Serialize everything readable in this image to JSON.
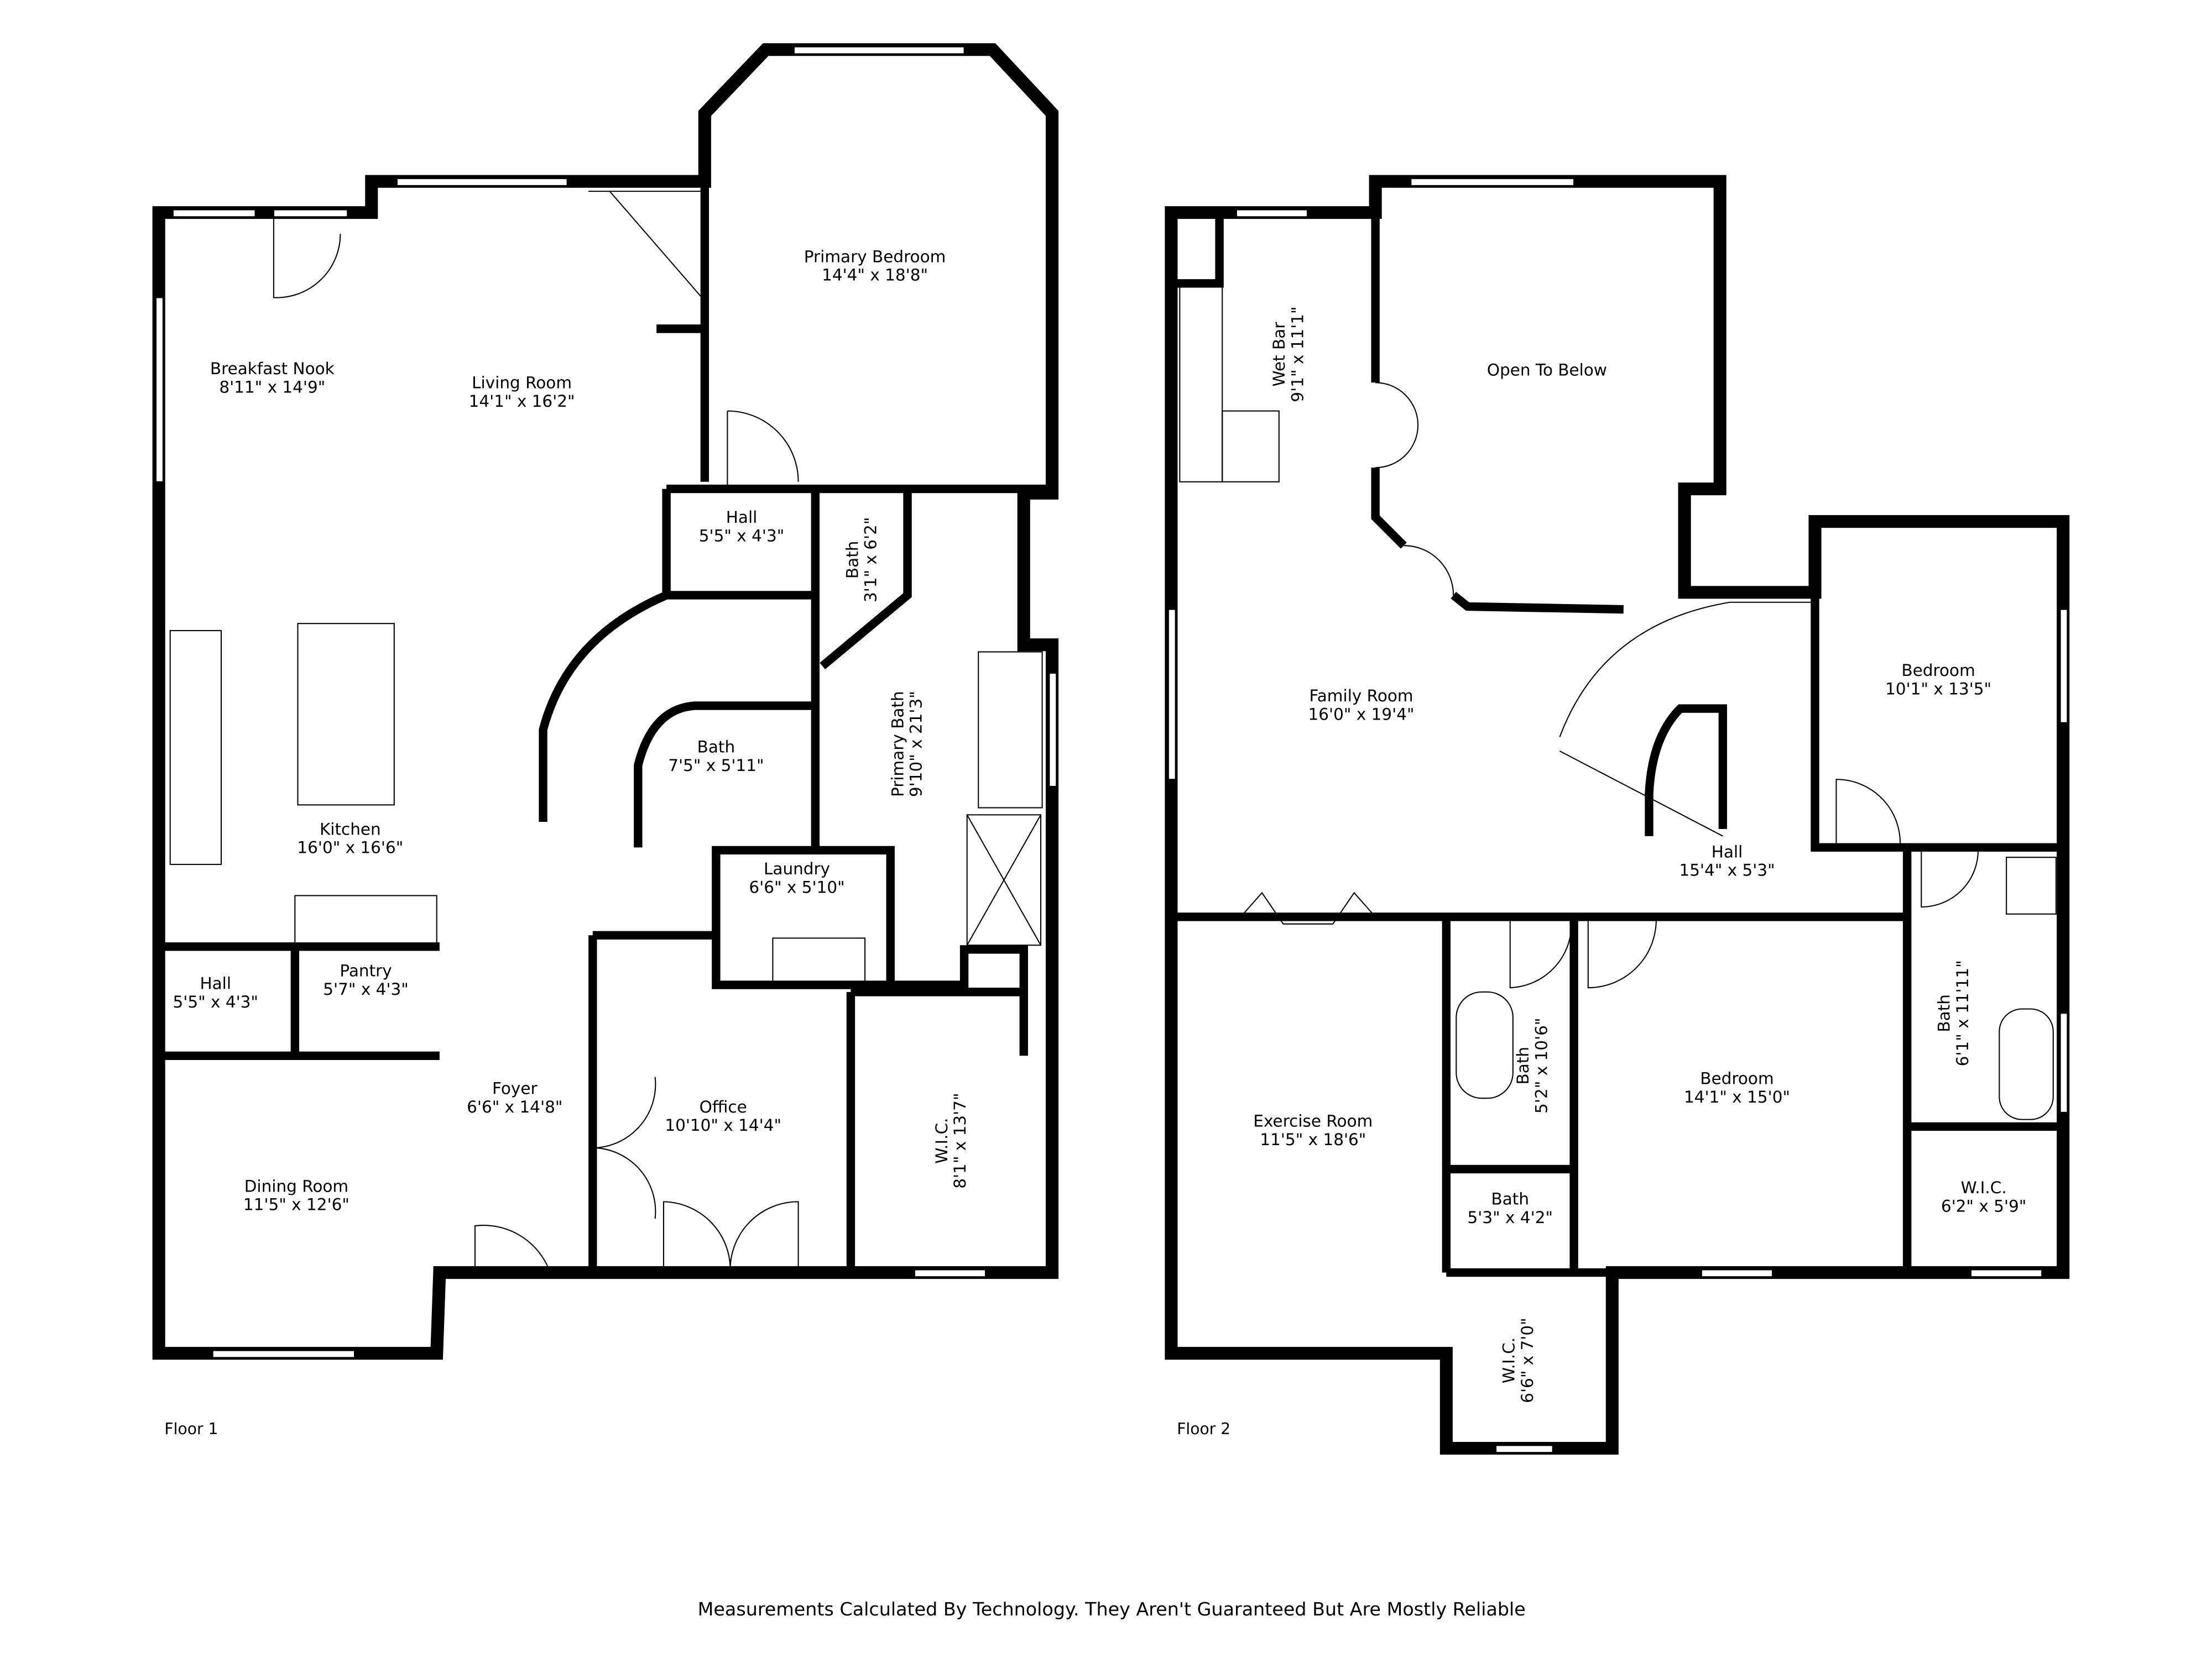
{
  "floors": [
    {
      "label": "Floor 1",
      "rooms": [
        {
          "name": "Primary Bedroom",
          "size": "14'4\" x 18'8\""
        },
        {
          "name": "Breakfast Nook",
          "size": "8'11\" x 14'9\""
        },
        {
          "name": "Living Room",
          "size": "14'1\" x 16'2\""
        },
        {
          "name": "Hall",
          "size": "5'5\" x 4'3\""
        },
        {
          "name": "Bath",
          "size": "3'1\" x 6'2\""
        },
        {
          "name": "Bath",
          "size": "7'5\" x 5'11\""
        },
        {
          "name": "Primary Bath",
          "size": "9'10\" x 21'3\""
        },
        {
          "name": "Kitchen",
          "size": "16'0\" x 16'6\""
        },
        {
          "name": "Laundry",
          "size": "6'6\" x 5'10\""
        },
        {
          "name": "Hall",
          "size": "5'5\" x 4'3\""
        },
        {
          "name": "Pantry",
          "size": "5'7\" x 4'3\""
        },
        {
          "name": "Foyer",
          "size": "6'6\" x 14'8\""
        },
        {
          "name": "Office",
          "size": "10'10\" x 14'4\""
        },
        {
          "name": "W.I.C.",
          "size": "8'1\" x 13'7\""
        },
        {
          "name": "Dining Room",
          "size": "11'5\" x 12'6\""
        }
      ]
    },
    {
      "label": "Floor 2",
      "rooms": [
        {
          "name": "Wet Bar",
          "size": "9'1\" x 11'1\""
        },
        {
          "name": "Open To Below",
          "size": ""
        },
        {
          "name": "Bedroom",
          "size": "10'1\" x 13'5\""
        },
        {
          "name": "Family Room",
          "size": "16'0\" x 19'4\""
        },
        {
          "name": "Hall",
          "size": "15'4\" x 5'3\""
        },
        {
          "name": "Bath",
          "size": "6'1\" x 11'11\""
        },
        {
          "name": "Bath",
          "size": "5'2\" x 10'6\""
        },
        {
          "name": "Bedroom",
          "size": "14'1\" x 15'0\""
        },
        {
          "name": "Exercise Room",
          "size": "11'5\" x 18'6\""
        },
        {
          "name": "Bath",
          "size": "5'3\" x 4'2\""
        },
        {
          "name": "W.I.C.",
          "size": "6'2\" x 5'9\""
        },
        {
          "name": "W.I.C.",
          "size": "6'6\" x 7'0\""
        }
      ]
    }
  ],
  "disclaimer": "Measurements Calculated By Technology. They Aren't Guaranteed But Are Mostly Reliable"
}
